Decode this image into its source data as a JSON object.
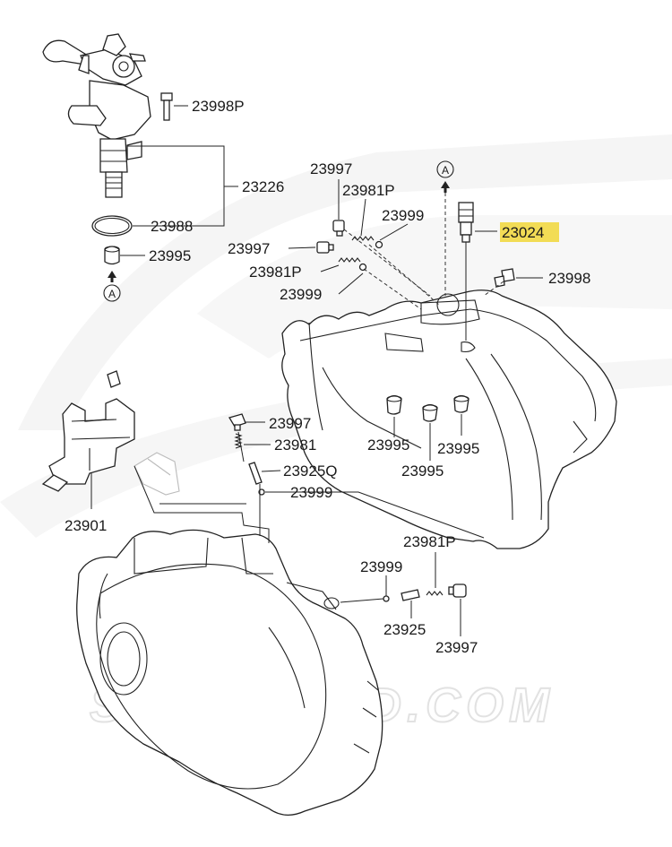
{
  "watermark": "SAMTUNED.COM",
  "reference_marker": "A",
  "highlight_color": "#f2dc55",
  "parts": {
    "p23998P": "23998P",
    "p23226": "23226",
    "p23988": "23988",
    "p23995_top": "23995",
    "p23997_a": "23997",
    "p23981P_a": "23981P",
    "p23999_a": "23999",
    "p23997_b": "23997",
    "p23981P_b": "23981P",
    "p23999_b": "23999",
    "p23024": "23024",
    "p23998": "23998",
    "p23997_c": "23997",
    "p23981": "23981",
    "p23925Q": "23925Q",
    "p23999_c": "23999",
    "p23901": "23901",
    "p23995_l": "23995",
    "p23995_r": "23995",
    "p23995_m": "23995",
    "p23981P_c": "23981P",
    "p23999_d": "23999",
    "p23925": "23925",
    "p23997_d": "23997"
  }
}
